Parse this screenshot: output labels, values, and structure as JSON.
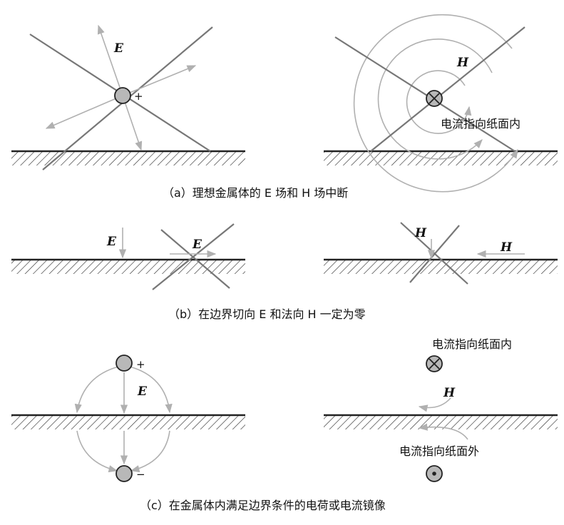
{
  "labels": {
    "E": "E",
    "H": "H",
    "plus": "+",
    "minus": "−"
  },
  "notes": {
    "current_into_page": "电流指向纸面内",
    "current_out_of_page": "电流指向纸面外"
  },
  "captions": {
    "a": "（a）理想金属体的 E 场和 H 场中断",
    "b": "（b）在边界切向 E 和法向 H 一定为零",
    "c": "（c）在金属体内满足边界条件的电荷或电流镜像"
  },
  "colors": {
    "wall": "#222222",
    "line_dark": "#777777",
    "line_light": "#b5b5b5",
    "charge_fill": "#b8b8b8"
  }
}
